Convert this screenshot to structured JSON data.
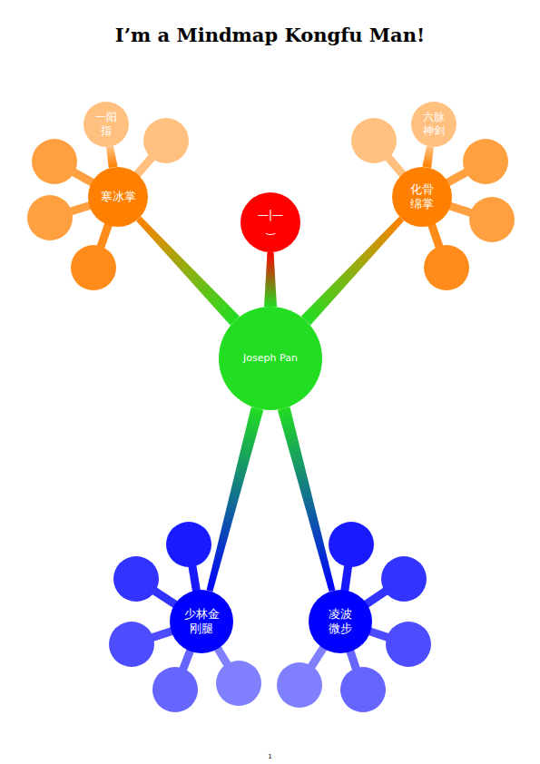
{
  "diagram": {
    "title": "I’m a Mindmap Kongfu Man!",
    "nodes": [
      {
        "text": [
          "一阳指"
        ]
      },
      {
        "text": [
          "六脉神剑"
        ]
      },
      {
        "text": [
          "寒冰掌"
        ]
      },
      {
        "text": [
          "化骨绵掌"
        ]
      },
      {
        "text": [
          "—|— ‿"
        ]
      },
      {
        "text": [
          "Joseph Pan"
        ]
      },
      {
        "text": [
          "少林金刚腿"
        ]
      },
      {
        "text": [
          "凌波微步"
        ]
      }
    ],
    "edges": [
      {
        "from": 5,
        "to": 4,
        "arrow": "none"
      },
      {
        "from": 5,
        "to": 2,
        "arrow": "none"
      },
      {
        "from": 5,
        "to": 3,
        "arrow": "none"
      },
      {
        "from": 5,
        "to": 6,
        "arrow": "none"
      },
      {
        "from": 5,
        "to": 7,
        "arrow": "none"
      },
      {
        "from": 2,
        "to": 0,
        "arrow": "none"
      },
      {
        "from": 3,
        "to": 1,
        "arrow": "none"
      }
    ],
    "labels": [
      "1"
    ]
  }
}
